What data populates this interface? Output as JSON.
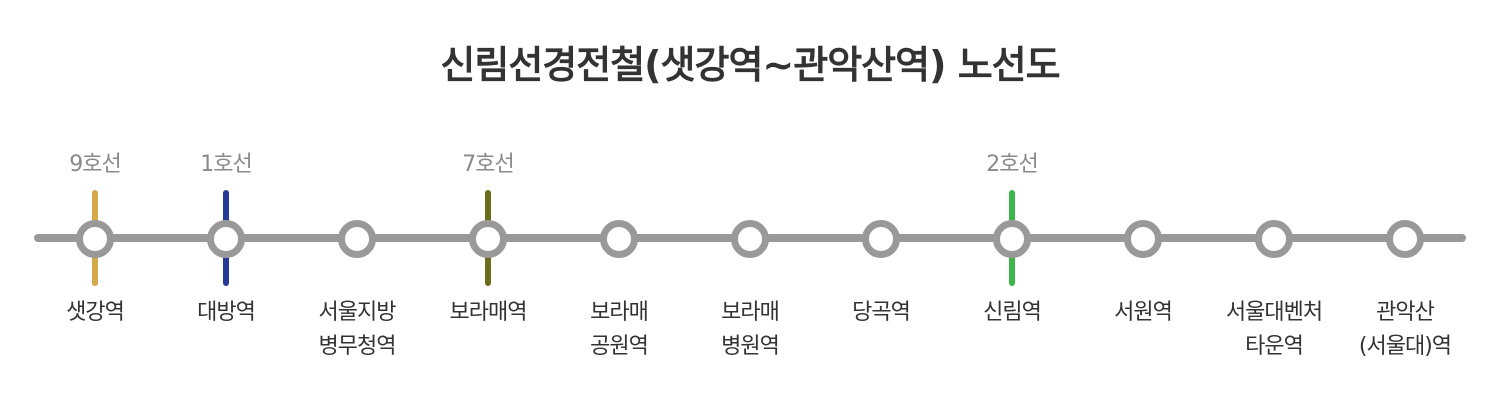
{
  "title": "신림선경전철(샛강역~관악산역) 노선도",
  "colors": {
    "main_line": "#999999",
    "line9": "#D3A94A",
    "line1": "#263B96",
    "line7": "#6B6F1A",
    "line2": "#3DB54A"
  },
  "stations": [
    {
      "name_line1": "샛강역",
      "name_line2": "",
      "transfer": {
        "label": "9호선",
        "color": "#D3A94A"
      }
    },
    {
      "name_line1": "대방역",
      "name_line2": "",
      "transfer": {
        "label": "1호선",
        "color": "#263B96"
      }
    },
    {
      "name_line1": "서울지방",
      "name_line2": "병무청역",
      "transfer": null
    },
    {
      "name_line1": "보라매역",
      "name_line2": "",
      "transfer": {
        "label": "7호선",
        "color": "#6B6F1A"
      }
    },
    {
      "name_line1": "보라매",
      "name_line2": "공원역",
      "transfer": null
    },
    {
      "name_line1": "보라매",
      "name_line2": "병원역",
      "transfer": null
    },
    {
      "name_line1": "당곡역",
      "name_line2": "",
      "transfer": null
    },
    {
      "name_line1": "신림역",
      "name_line2": "",
      "transfer": {
        "label": "2호선",
        "color": "#3DB54A"
      }
    },
    {
      "name_line1": "서원역",
      "name_line2": "",
      "transfer": null
    },
    {
      "name_line1": "서울대벤처",
      "name_line2": "타운역",
      "transfer": null
    },
    {
      "name_line1": "관악산",
      "name_line2": "(서울대)역",
      "transfer": null
    }
  ]
}
